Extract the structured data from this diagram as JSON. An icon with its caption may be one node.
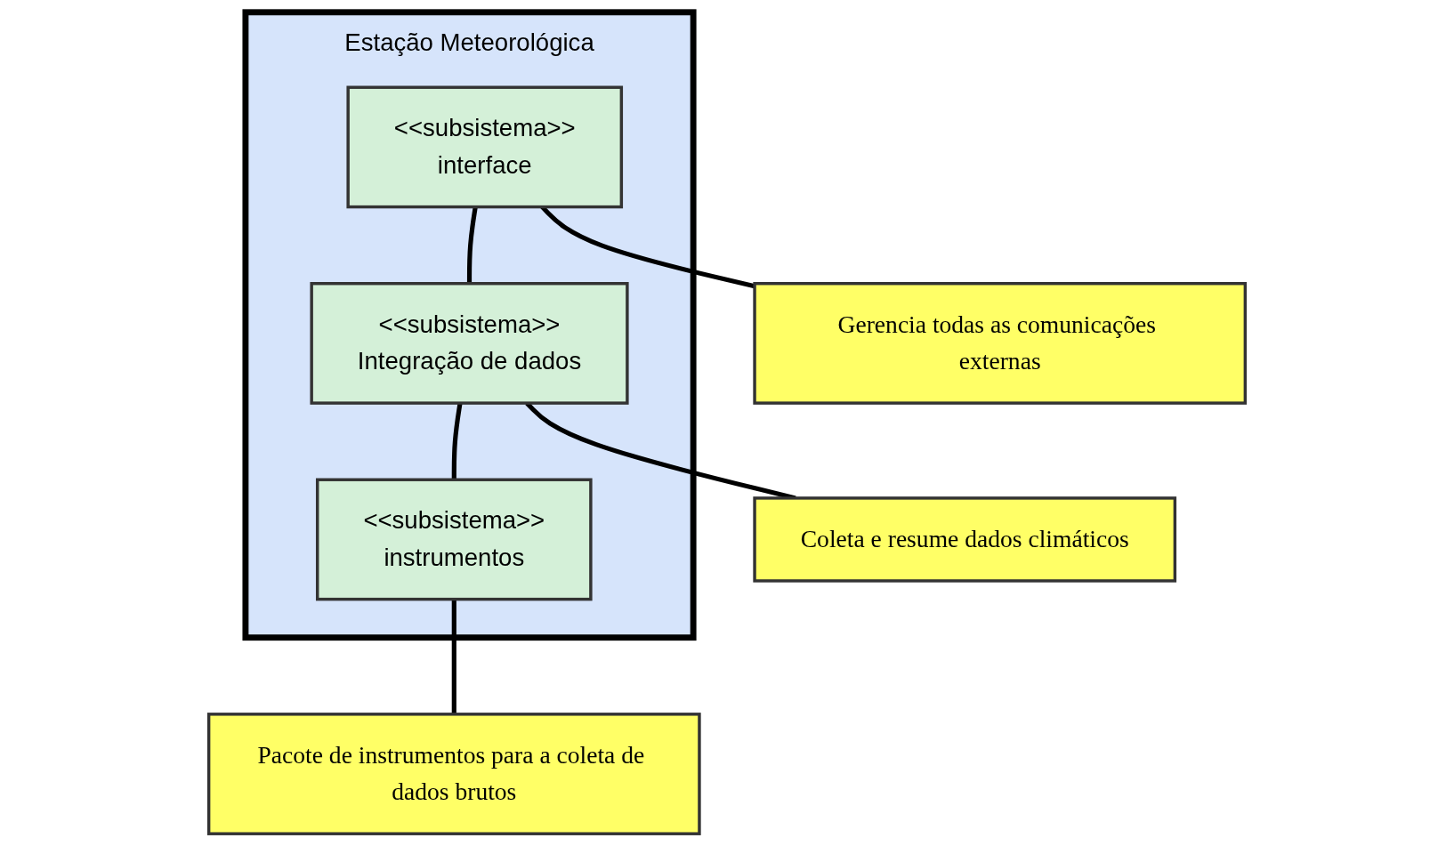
{
  "diagram": {
    "nodes": [
      {
        "text": [
          "Estação Meteorológica"
        ]
      },
      {
        "text": [
          "<<subsistema>>",
          "interface"
        ],
        "in": 0
      },
      {
        "text": [
          "<<subsistema>>",
          "Integração de dados"
        ],
        "in": 0
      },
      {
        "text": [
          "<<subsistema>>",
          "instrumentos"
        ],
        "in": 0
      },
      {
        "text": [
          "Gerencia todas as comunicações externas"
        ]
      },
      {
        "text": [
          "Coleta e resume dados climáticos"
        ]
      },
      {
        "text": [
          "Pacote de instrumentos para a coleta de dados brutos"
        ]
      }
    ],
    "edges": [
      {
        "from": 1,
        "to": 2,
        "arrow": "none"
      },
      {
        "from": 2,
        "to": 3,
        "arrow": "none"
      },
      {
        "from": 1,
        "to": 4,
        "arrow": "none"
      },
      {
        "from": 2,
        "to": 5,
        "arrow": "none"
      },
      {
        "from": 3,
        "to": 6,
        "arrow": "none"
      }
    ]
  }
}
